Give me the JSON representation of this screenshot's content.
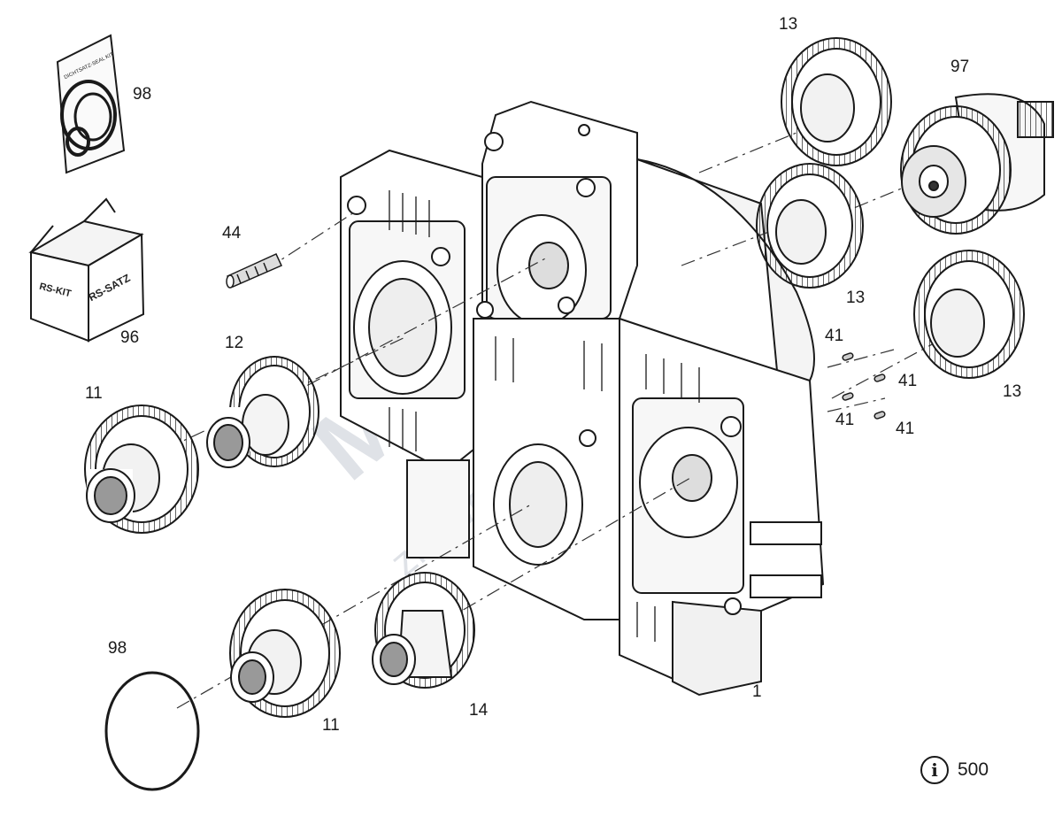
{
  "callouts": {
    "p98_top": "98",
    "p96": "96",
    "p44": "44",
    "p12": "12",
    "p11_left": "11",
    "p98_bottom": "98",
    "p11_bottom": "11",
    "p14": "14",
    "p1": "1",
    "p13_top": "13",
    "p97": "97",
    "p13_mid": "13",
    "p13_right": "13",
    "p41_a": "41",
    "p41_b": "41",
    "p41_c": "41",
    "p41_d": "41"
  },
  "kit_box": {
    "label_front": "RS-KIT",
    "label_side": "RS-SATZ"
  },
  "seal_bag": {
    "label": "DICHTSATZ-SEAL KIT"
  },
  "info_reference": {
    "icon": "info-icon",
    "number": "500"
  },
  "watermark": {
    "text": "MVMIT",
    "sub": "znowettelu"
  }
}
